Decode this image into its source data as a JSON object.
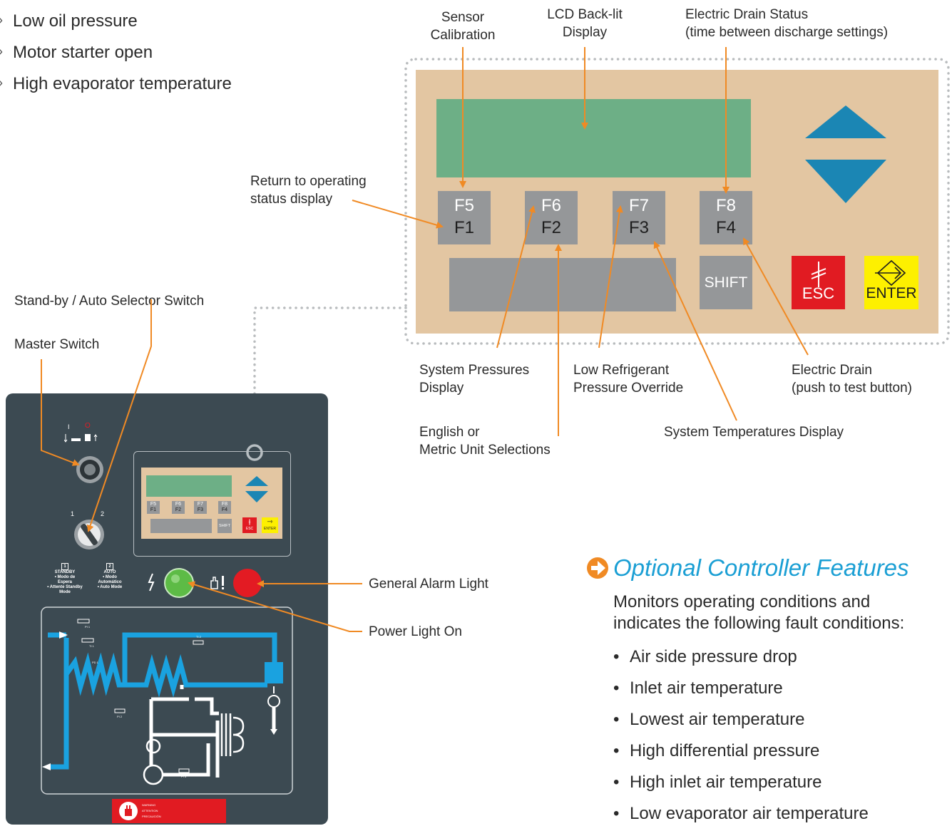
{
  "top_list": [
    "Low oil pressure",
    "Motor starter open",
    "High evaporator temperature"
  ],
  "callouts": {
    "sensor_calibration": [
      "Sensor",
      "Calibration"
    ],
    "lcd_display": [
      "LCD Back-lit",
      "Display"
    ],
    "electric_drain_status": [
      "Electric Drain Status",
      "(time between discharge settings)"
    ],
    "return_status": [
      "Return to operating",
      "status display"
    ],
    "system_pressures": [
      "System Pressures",
      "Display"
    ],
    "low_refrigerant": [
      "Low Refrigerant",
      "Pressure Override"
    ],
    "electric_drain": [
      "Electric Drain",
      "(push to test button)"
    ],
    "english_metric": [
      "English or",
      "Metric Unit Selections"
    ],
    "system_temperatures": "System Temperatures Display",
    "standby_auto": "Stand-by / Auto Selector Switch",
    "master_switch": "Master Switch",
    "general_alarm": "General Alarm Light",
    "power_light": "Power Light On"
  },
  "keys": {
    "f1": {
      "top": "F5",
      "bottom": "F1"
    },
    "f2": {
      "top": "F6",
      "bottom": "F2"
    },
    "f3": {
      "top": "F7",
      "bottom": "F3"
    },
    "f4": {
      "top": "F8",
      "bottom": "F4"
    },
    "shift": "SHIFT",
    "esc": "ESC",
    "enter": "ENTER"
  },
  "cabinet": {
    "switch_positions": {
      "pos1": "1",
      "pos2": "2",
      "master_on": "I",
      "master_off": "O"
    },
    "standby_box": "1",
    "standby_label": [
      "STANDBY",
      "• Modo de",
      "Espera",
      "• Attente Standby",
      "Mode"
    ],
    "auto_box": "2",
    "auto_label": [
      "AUTO",
      "• Modo",
      "Automático",
      "• Auto Mode"
    ],
    "gauge_labels": {
      "pd1": "PD 1",
      "ti1": "TI 1",
      "pi1": "PI 1",
      "ti2": "TI 2",
      "pi2": "PI 2",
      "pi3": "PI 3"
    },
    "warning_lines": [
      "WARNING",
      "ATTENTION",
      "PRECAUCIÓN"
    ]
  },
  "features": {
    "heading": "Optional Controller Features",
    "intro": [
      "Monitors operating conditions and",
      "indicates the following fault conditions:"
    ],
    "items": [
      "Air side pressure drop",
      "Inlet air temperature",
      "Lowest air temperature",
      "High differential pressure",
      "High inlet air temperature",
      "Low evaporator air temperature"
    ]
  },
  "colors": {
    "panel": "#e3c6a2",
    "lcd": "#6daf86",
    "key_gray": "#959799",
    "arrow_blue": "#1b86b4",
    "leader_orange": "#f08a24",
    "cabinet": "#3c4a52",
    "heading_blue": "#1b9fd4",
    "esc_red": "#e11b22",
    "enter_yellow": "#fdf000",
    "alarm_red": "#e31b23",
    "power_green": "#5dbb46",
    "pipe_blue": "#1aa2e0"
  }
}
